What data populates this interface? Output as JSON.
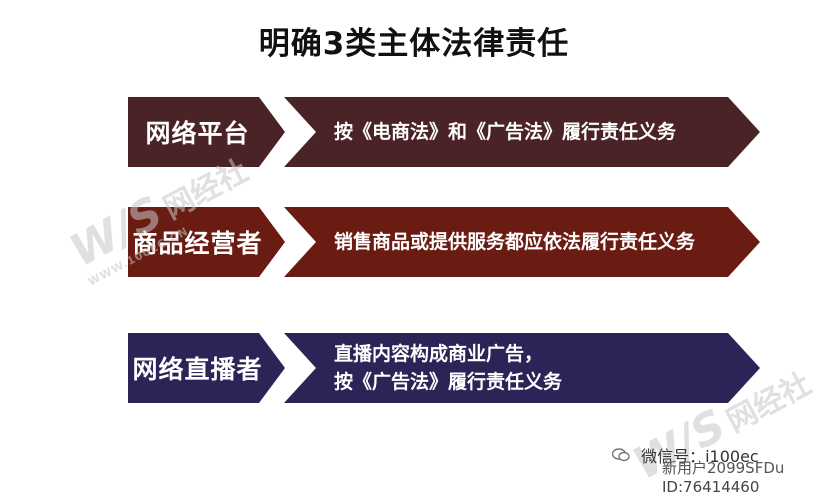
{
  "title": "明确3类主体法律责任",
  "rows": [
    {
      "subject": "网络平台",
      "lines": [
        "按《电商法》和《广告法》履行责任义务"
      ]
    },
    {
      "subject": "商品经营者",
      "lines": [
        "销售商品或提供服务都应依法履行责任义务"
      ]
    },
    {
      "subject": "网络直播者",
      "lines": [
        "直播内容构成商业广告，",
        "按《广告法》履行责任义务"
      ]
    }
  ],
  "watermark": {
    "logo": "W/S",
    "cn": "网经社",
    "url": "WWW.100EC.CN"
  },
  "footer": {
    "wechat": "微信号：i100ec",
    "nickname": "新用户2099SFDu",
    "id": "ID:76414460"
  },
  "colors": {
    "row1": "#4a2326",
    "row2": "#6b1c12",
    "row3": "#2c2356"
  }
}
